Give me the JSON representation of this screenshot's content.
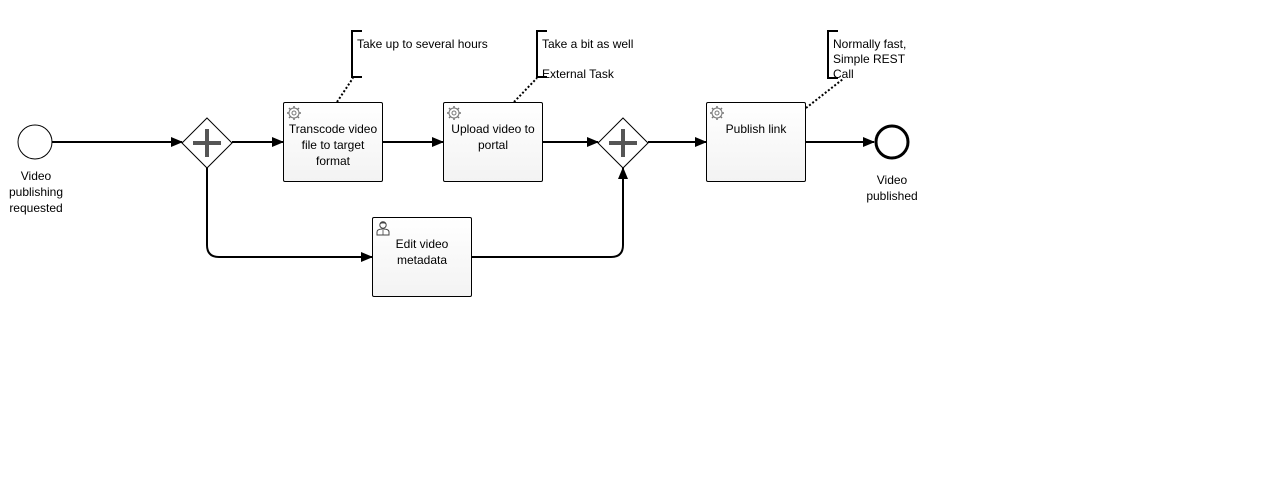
{
  "diagram": {
    "start_event": {
      "label": "Video\npublishing\nrequested"
    },
    "end_event": {
      "label": "Video\npublished"
    },
    "tasks": {
      "transcode": {
        "label": "Transcode video file to target format",
        "icon": "gear-icon"
      },
      "upload": {
        "label": "Upload video to portal",
        "icon": "gear-icon"
      },
      "publish": {
        "label": "Publish link",
        "icon": "gear-icon"
      },
      "edit_metadata": {
        "label": "Edit video metadata",
        "icon": "user-icon"
      }
    },
    "gateways": {
      "split": {
        "type": "parallel",
        "icon": "plus-icon"
      },
      "join": {
        "type": "parallel",
        "icon": "plus-icon"
      }
    },
    "annotations": {
      "transcode_note": {
        "text": "Take up to several hours"
      },
      "upload_note": {
        "text": "Take a bit as well\n\nExternal Task"
      },
      "publish_note": {
        "text": "Normally fast,\nSimple REST\nCall"
      }
    },
    "colors": {
      "stroke": "#000000",
      "task_fill_top": "#ffffff",
      "task_fill_bottom": "#f3f3f3",
      "icon_gray": "#777777"
    }
  }
}
